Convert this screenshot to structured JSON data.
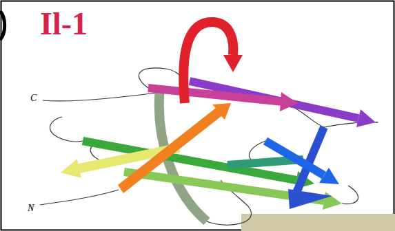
{
  "diagram": {
    "title": "Il-1",
    "labels": [
      "C",
      "N"
    ]
  }
}
